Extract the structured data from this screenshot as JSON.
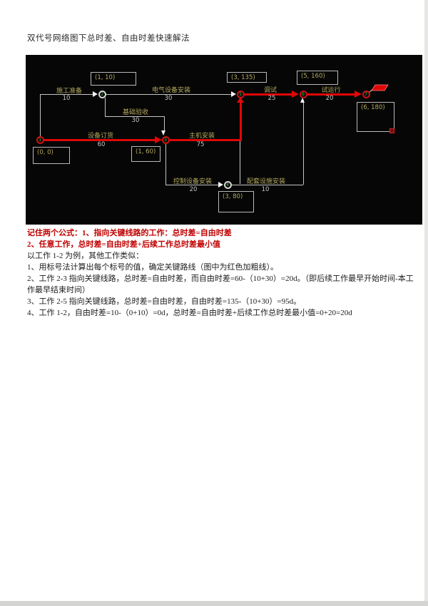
{
  "page": {
    "title": "双代号网络图下总时差、自由时差快速解法"
  },
  "diagram": {
    "nodes": [
      {
        "id": "1"
      },
      {
        "id": "2"
      },
      {
        "id": "3"
      },
      {
        "id": "4"
      },
      {
        "id": "5"
      },
      {
        "id": "6"
      },
      {
        "id": "7"
      }
    ],
    "activities": [
      {
        "code": "1-2",
        "name": "施工准备",
        "duration": "10"
      },
      {
        "code": "2-5",
        "name": "电气设备安装",
        "duration": "30"
      },
      {
        "code": "2-3",
        "name": "基础验收",
        "duration": "30"
      },
      {
        "code": "1-3",
        "name": "设备订货",
        "duration": "60"
      },
      {
        "code": "3-5",
        "name": "主机安装",
        "duration": "75"
      },
      {
        "code": "3-4",
        "name": "控制设备安装",
        "duration": "20"
      },
      {
        "code": "4-6",
        "name": "配套设施安装",
        "duration": "10"
      },
      {
        "code": "5-6",
        "name": "调试",
        "duration": "25"
      },
      {
        "code": "6-7",
        "name": "试运行",
        "duration": "20"
      }
    ],
    "label_boxes": [
      {
        "value": "(1, 10)"
      },
      {
        "value": "(3, 135)"
      },
      {
        "value": "(5, 160)"
      },
      {
        "value": "(6, 180)"
      },
      {
        "value": "(0, 0)"
      },
      {
        "value": "(1, 60)"
      },
      {
        "value": "(3, 80)"
      }
    ],
    "colors": {
      "critical_path": "#e00707",
      "normal_line": "#c4c4c4",
      "activity_text": "#b3a85e",
      "node_number": "#2fca3a"
    }
  },
  "notes": {
    "lines": [
      {
        "text": "记住两个公式：1、指向关键线路的工作：总时差=自由时差"
      },
      {
        "text": "2、任意工作，总时差=自由时差+后续工作总时差最小值"
      },
      {
        "text": "以工作 1-2 为例，其他工作类似："
      },
      {
        "text": "1、用标号法计算出每个标号的值，确定关键路线（图中为红色加粗线）。"
      },
      {
        "text": "2、工作 2-3 指向关键线路，总时差=自由时差，而自由时差=60-（10+30）=20d。（即后续工作最早开始时间-本工"
      },
      {
        "text": "作最早结束时间）"
      },
      {
        "text": "3、工作 2-5 指向关键线路，总时差=自由时差，自由时差=135-（10+30）=95d。"
      },
      {
        "text": "4、工作 1-2，自由时差=10-（0+10）=0d，总时差=自由时差+后续工作总时差最小值=0+20=20d"
      }
    ]
  }
}
